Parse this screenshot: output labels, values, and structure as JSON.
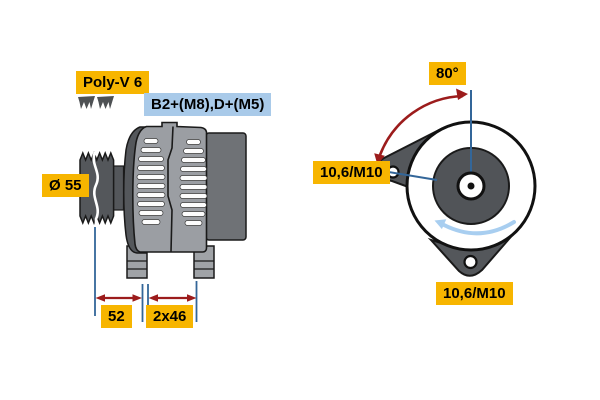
{
  "diagram": {
    "type": "alternator-technical-drawing",
    "views": [
      "side-view",
      "front-view"
    ]
  },
  "side_view": {
    "belt_label": "Poly-V 6",
    "terminal_label": "B2+(M8),D+(M5)",
    "pulley_diameter": "Ø 55",
    "dim_pulley_offset": "52",
    "dim_foot_spacing": "2x46"
  },
  "front_view": {
    "mount_angle": "80°",
    "hole_left": "10,6/M10",
    "hole_bottom": "10,6/M10"
  },
  "icons": {
    "belt_profile": "poly-v-belt-profile-icon",
    "rotation": "rotation-direction-arrow"
  },
  "colors": {
    "label_yellow": "#F7B500",
    "label_blue": "#A9CAE9",
    "dimension_red": "#9C1C1C",
    "dimension_blue": "#336699",
    "rotation_blue": "#A8CEF0",
    "body_gray": "#9B9EA3",
    "dark_gray": "#54575B",
    "rear_gray": "#6F7276",
    "outline": "#1A1A1A"
  }
}
